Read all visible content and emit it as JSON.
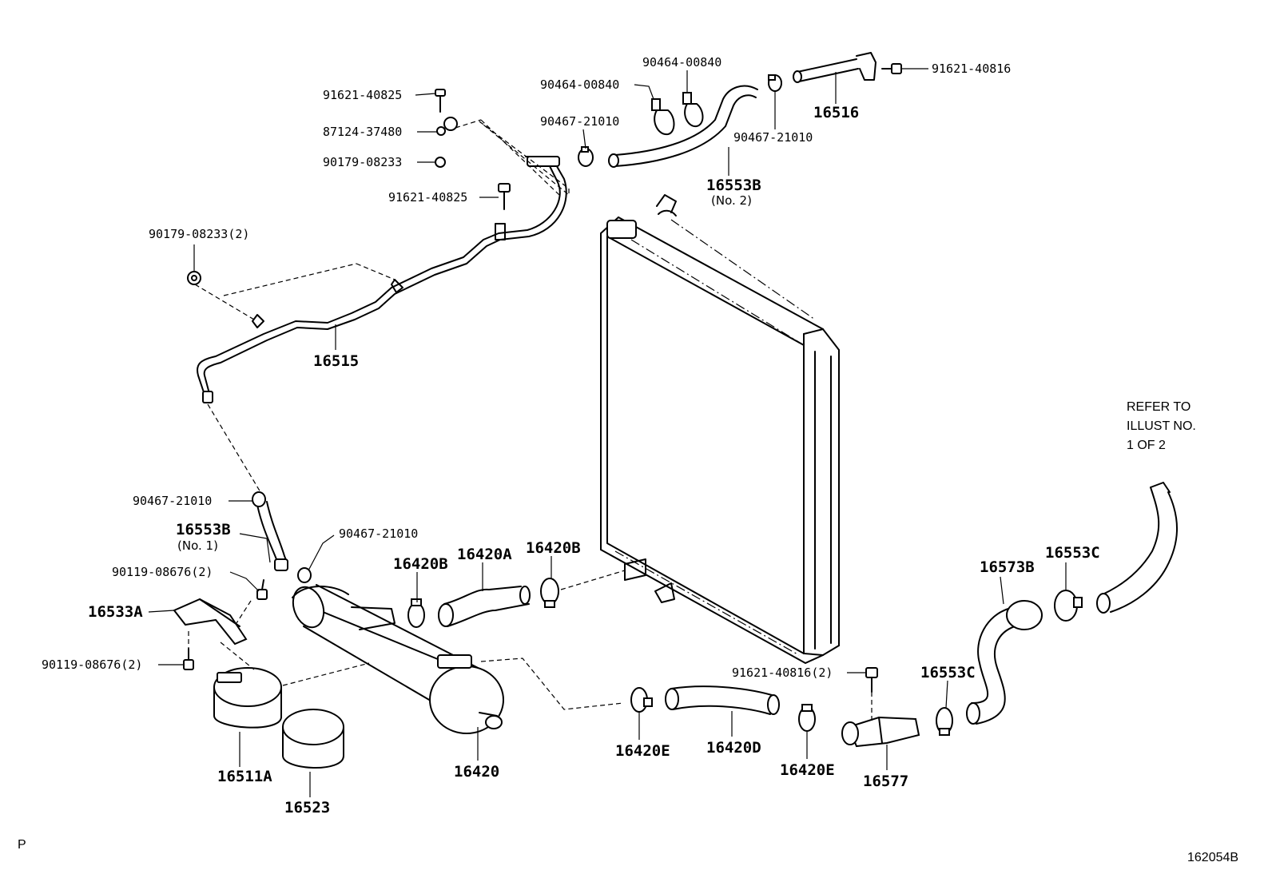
{
  "parts": {
    "p91621_40825_a": "91621-40825",
    "p87124_37480": "87124-37480",
    "p90179_08233": "90179-08233",
    "p91621_40825_b": "91621-40825",
    "p90179_08233_2": "90179-08233(2)",
    "p90464_00840_a": "90464-00840",
    "p90464_00840_b": "90464-00840",
    "p90467_21010_a": "90467-21010",
    "p90467_21010_b": "90467-21010",
    "p91621_40816": "91621-40816",
    "p16516": "16516",
    "p16553B_2": "16553B",
    "p16553B_2_sub": "(No. 2)",
    "p16515": "16515",
    "p90467_21010_c": "90467-21010",
    "p16553B_1": "16553B",
    "p16553B_1_sub": "(No. 1)",
    "p90467_21010_d": "90467-21010",
    "p90119_08676_a": "90119-08676(2)",
    "p16533A": "16533A",
    "p90119_08676_b": "90119-08676(2)",
    "p16420B_a": "16420B",
    "p16420A": "16420A",
    "p16420B_b": "16420B",
    "p16511A": "16511A",
    "p16523": "16523",
    "p16420": "16420",
    "p16420E_a": "16420E",
    "p16420D": "16420D",
    "p16420E_b": "16420E",
    "p91621_40816_2": "91621-40816(2)",
    "p16577": "16577",
    "p16553C_a": "16553C",
    "p16553C_b": "16553C",
    "p16573B": "16573B"
  },
  "note": {
    "line1": "REFER TO",
    "line2": "ILLUST NO.",
    "line3": "1 OF 2"
  },
  "corner_left": "P",
  "illustration_id": "162054B"
}
